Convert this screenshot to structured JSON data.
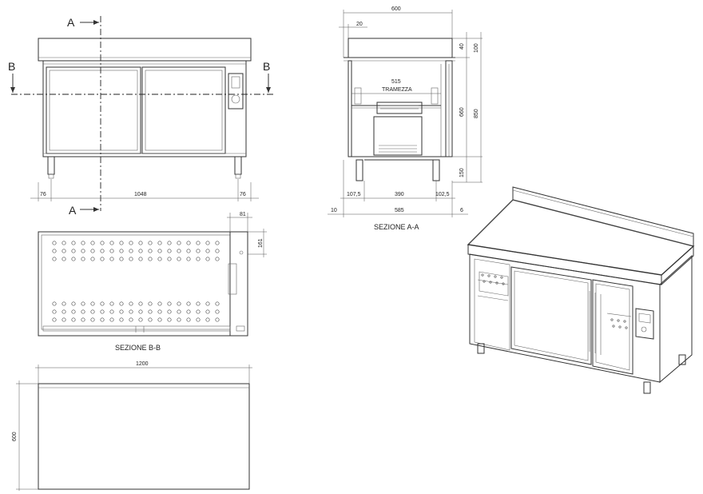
{
  "views": {
    "front": {
      "dims": {
        "left": "76",
        "width": "1048",
        "right": "76"
      },
      "cut_labels": {
        "a_top": "A",
        "a_bottom": "A",
        "b_left": "B",
        "b_right": "B"
      }
    },
    "section_aa": {
      "title": "SEZIONE A-A",
      "dims": {
        "width": "600",
        "top": "20",
        "inner": "515",
        "inner_label": "TRAMEZZA",
        "h1": "40",
        "h2": "100",
        "h3": "660",
        "h4": "850",
        "h5": "150",
        "bottom_left": "107,5",
        "bottom_mid": "390",
        "bottom_right": "102,5",
        "base_left": "10",
        "base": "585",
        "base_right": "6"
      }
    },
    "section_bb": {
      "title": "SEZIONE B-B",
      "dims": {
        "d1": "81",
        "d2": "161"
      }
    },
    "top": {
      "dims": {
        "width": "1200",
        "depth": "600"
      }
    }
  }
}
